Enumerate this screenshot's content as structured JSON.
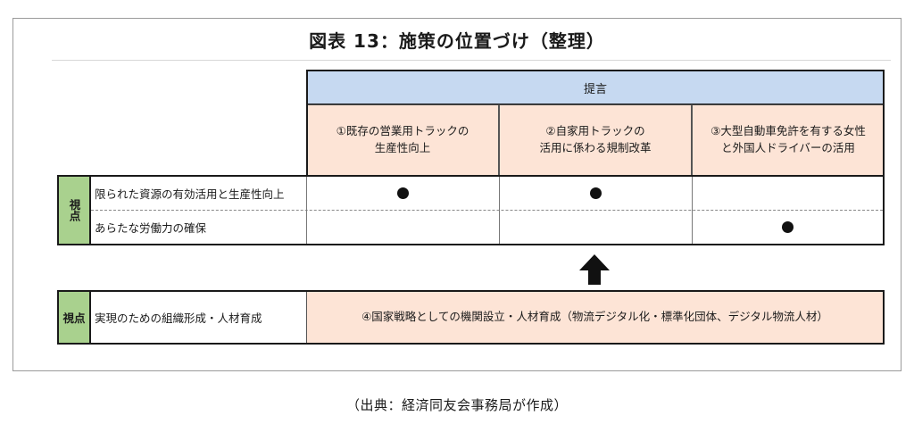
{
  "figure": {
    "title": "図表 13：施策の位置づけ（整理）",
    "caption": "（出典：経済同友会事務局が作成）"
  },
  "table": {
    "header": "提言",
    "columns": [
      "①既存の営業用トラックの\n生産性向上",
      "②自家用トラックの\n活用に係わる規制改革",
      "③大型自動車免許を有する女性\nと外国人ドライバーの活用"
    ],
    "viewpoint_label": "視点",
    "rows": [
      {
        "label": "限られた資源の有効活用と生産性向上",
        "marks": [
          true,
          true,
          false
        ]
      },
      {
        "label": "あらたな労働力の確保",
        "marks": [
          false,
          false,
          true
        ]
      }
    ],
    "arrow": "up-arrow-icon",
    "bottom": {
      "viewpoint_label": "視点",
      "label": "実現のための組織形成・人材育成",
      "proposal": "④国家戦略としての機関設立・人材育成（物流デジタル化・標準化団体、デジタル物流人材）"
    }
  },
  "colors": {
    "header_blue": "#c6d9f1",
    "column_peach": "#fde4d6",
    "viewpoint_green": "#a9d18e"
  }
}
